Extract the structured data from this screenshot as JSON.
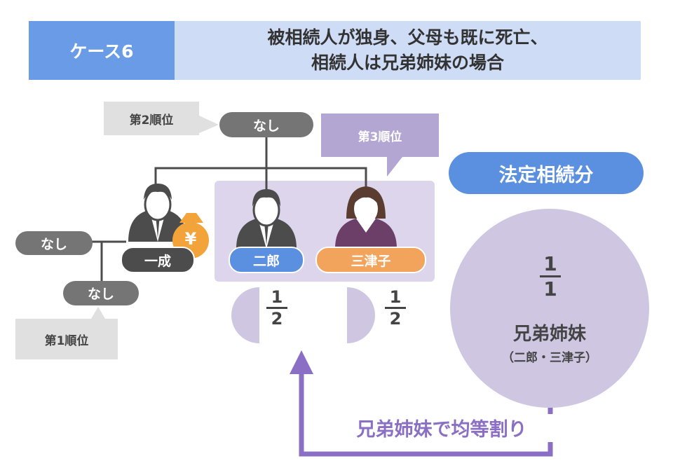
{
  "header": {
    "case_label": "ケース6",
    "title_line1": "被相続人が独身、父母も既に死亡、",
    "title_line2": "相続人は兄弟姉妹の場合"
  },
  "ranks": {
    "first": "第1順位",
    "second": "第2順位",
    "third": "第3順位"
  },
  "nodes": {
    "parents": "なし",
    "spouse": "なし",
    "children": "なし",
    "deceased": "一成",
    "sibling1": "二郎",
    "sibling2": "三津子"
  },
  "shares": {
    "sibling1": {
      "numerator": "1",
      "denominator": "2"
    },
    "sibling2": {
      "numerator": "1",
      "denominator": "2"
    }
  },
  "legal_share": {
    "title": "法定相続分",
    "numerator": "1",
    "denominator": "1",
    "heirs": "兄弟姉妹",
    "heirs_detail": "（二郎・三津子）"
  },
  "arrow_label": "兄弟姉妹で均等割り",
  "yen_symbol": "¥",
  "colors": {
    "header_dark": "#6a9be6",
    "header_light": "#cfdcf5",
    "purple": "#8a6fc4",
    "lavender": "#cfc6e2",
    "blue_pill": "#5b8fe0",
    "orange_pill": "#f2a35c"
  }
}
